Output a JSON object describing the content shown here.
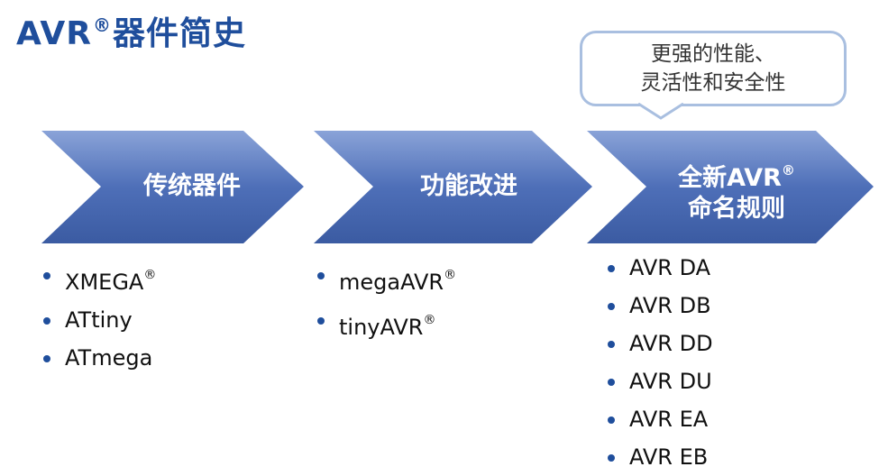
{
  "title": {
    "text": "AVR",
    "mark": "®",
    "suffix": "器件简史"
  },
  "callout": {
    "line1": "更强的性能、",
    "line2": "灵活性和安全性"
  },
  "stages": [
    {
      "label": "传统器件",
      "label2": "",
      "items": [
        {
          "text": "XMEGA",
          "mark": "®"
        },
        {
          "text": "ATtiny",
          "mark": ""
        },
        {
          "text": "ATmega",
          "mark": ""
        }
      ]
    },
    {
      "label": "功能改进",
      "label2": "",
      "items": [
        {
          "text": "megaAVR",
          "mark": "®"
        },
        {
          "text": "tinyAVR",
          "mark": "®"
        }
      ]
    },
    {
      "label": "全新AVR",
      "label_mark": "®",
      "label2": "命名规则",
      "items": [
        {
          "text": "AVR DA",
          "mark": ""
        },
        {
          "text": "AVR DB",
          "mark": ""
        },
        {
          "text": "AVR DD",
          "mark": ""
        },
        {
          "text": "AVR DU",
          "mark": ""
        },
        {
          "text": "AVR EA",
          "mark": ""
        },
        {
          "text": "AVR EB",
          "mark": ""
        }
      ]
    }
  ],
  "colors": {
    "arrow_top": "#7f9ad1",
    "arrow_mid": "#4a6cb4",
    "arrow_bottom": "#3a5aa0",
    "title": "#1f4e9c",
    "callout_border": "#a9bfe0"
  }
}
